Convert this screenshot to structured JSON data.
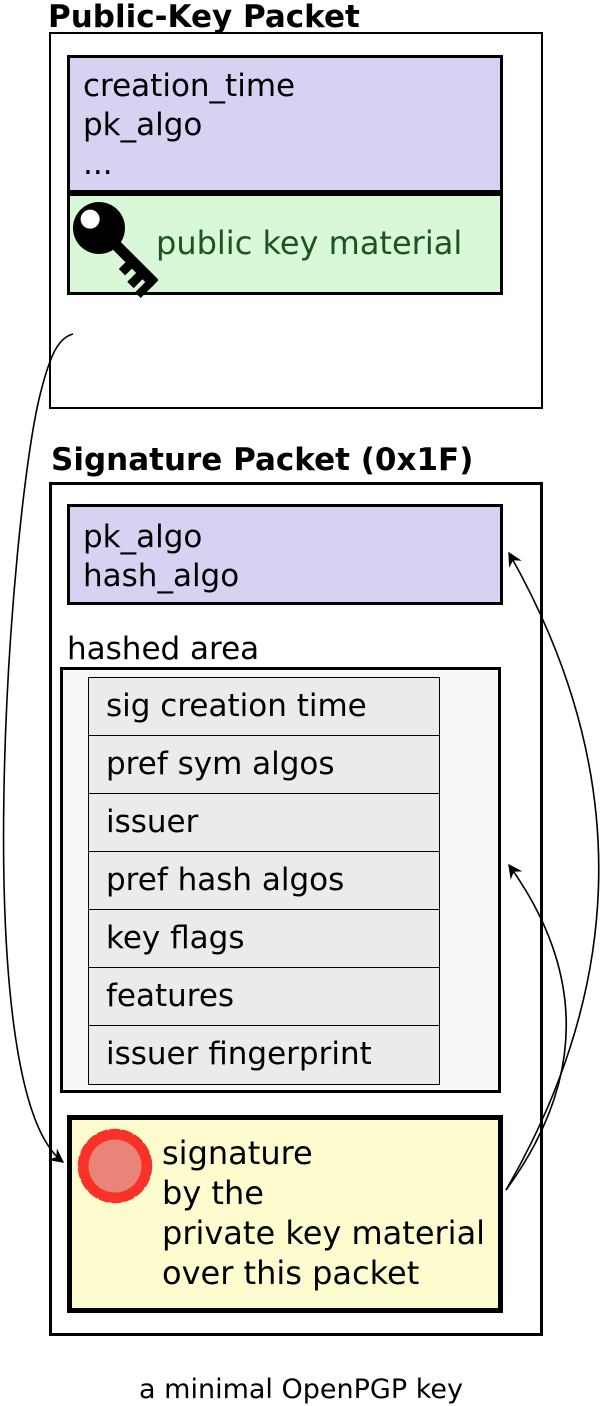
{
  "public_key_packet": {
    "title": "Public-Key Packet",
    "fields": [
      "creation_time",
      "pk_algo",
      "..."
    ],
    "key_material_label": "public key material",
    "key_icon": "key-icon"
  },
  "signature_packet": {
    "title": "Signature Packet (0x1F)",
    "fields": [
      "pk_algo",
      "hash_algo"
    ],
    "hashed_area_label": "hashed area",
    "subpackets": [
      "sig creation time",
      "pref sym algos",
      "issuer",
      "pref hash algos",
      "key flags",
      "features",
      "issuer fingerprint"
    ],
    "signature_lines": [
      "signature",
      "by the",
      "private key material",
      "over this packet"
    ],
    "seal_icon": "seal-icon"
  },
  "caption": "a minimal OpenPGP key",
  "colors": {
    "packet_header_fill": "#d5d2f2",
    "key_material_fill": "#d8f8d8",
    "key_material_text": "#1e521e",
    "hashed_area_fill": "#f7f7f7",
    "subpacket_fill": "#ebebeb",
    "signature_fill": "#fcfcce",
    "seal_outer_red": "#f93229",
    "seal_inner_red": "#ea8478",
    "line_color": "#000000"
  }
}
